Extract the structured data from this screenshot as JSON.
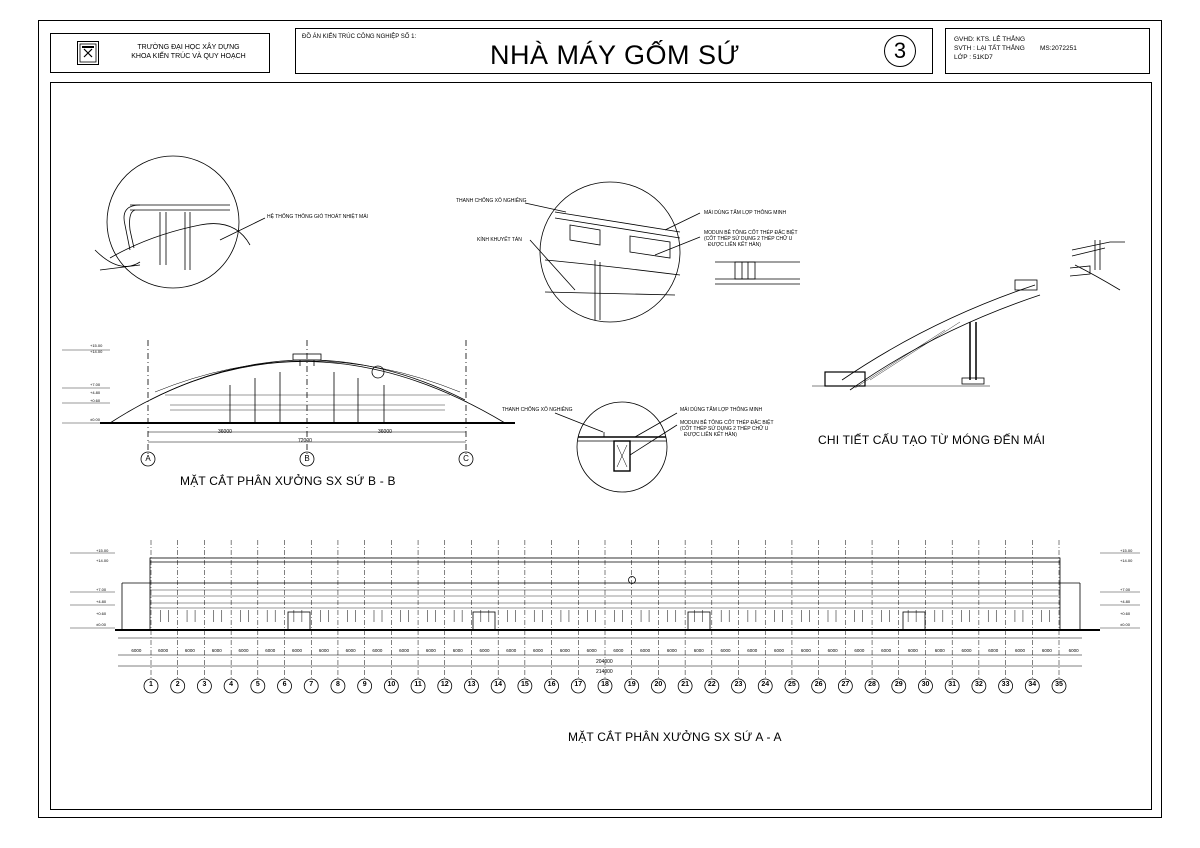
{
  "header": {
    "school_line1": "TRƯỜNG ĐẠI HỌC XÂY DỰNG",
    "school_line2": "KHOA KIẾN TRÚC VÀ QUY HOẠCH",
    "project_label": "ĐỒ ÁN KIẾN TRÚC CÔNG NGHIỆP SỐ 1:",
    "title": "NHÀ MÁY GỐM SỨ",
    "sheet_number": "3",
    "gvhd": "GVHD: KTS. LÊ THẮNG",
    "svth": "SVTH : LẠI TẤT THẮNG",
    "ms": "MS:2072251",
    "lop": "LỚP   : 51KD7"
  },
  "detail_roof_vent": {
    "note": "HỆ THỐNG THÔNG GIÓ THOÁT NHIỆT MÁI"
  },
  "detail_roof_panel": {
    "note_brace": "THANH CHỐNG XÔ NGHIÊNG",
    "note_glass": "KÍNH KHUYẾT TÁN",
    "note_roof": "MÁI DÙNG TẤM LỢP THÔNG MINH",
    "note_module_1": "MODUN  BÊ TÔNG CỐT THÉP ĐẶC BIỆT",
    "note_module_2": "(CỐT THÉP SỬ DỤNG 2 THÉP CHỮ U",
    "note_module_3": "ĐƯỢC LIÊN KẾT HÀN)"
  },
  "detail_middle": {
    "note_brace": "THANH CHỐNG XÔ NGHIÊNG",
    "note_roof": "MÁI DÙNG TẤM LỢP THÔNG MINH",
    "note_module_1": "MODUN  BÊ TÔNG CỐT THÉP ĐẶC BIỆT",
    "note_module_2": "(CỐT THÉP SỬ DỤNG 2 THÉP CHỮ U",
    "note_module_3": "ĐƯỢC LIÊN KẾT HÀN)"
  },
  "section_bb": {
    "title": "MẶT CẮT  PHÂN XƯỞNG SX SỨ B - B",
    "dim_left": "36000",
    "dim_right": "36000",
    "dim_total": "72000",
    "axes": [
      "A",
      "B",
      "C"
    ],
    "levels": [
      "+15.00",
      "+14.00",
      "+7.00",
      "+4.80",
      "+0.60",
      "±0.00"
    ]
  },
  "detail_foundation": {
    "title": "CHI TIẾT CẤU TẠO TỪ MÓNG ĐẾN MÁI"
  },
  "section_aa": {
    "title": "MẶT CẮT  PHÂN XƯỞNG SX SỨ   A - A",
    "bay": "6000",
    "dim_mid": "204000",
    "dim_total": "214000",
    "axes": [
      "1",
      "2",
      "3",
      "4",
      "5",
      "6",
      "7",
      "8",
      "9",
      "10",
      "11",
      "12",
      "13",
      "14",
      "15",
      "16",
      "17",
      "18",
      "19",
      "20",
      "21",
      "22",
      "23",
      "24",
      "25",
      "26",
      "27",
      "28",
      "29",
      "30",
      "31",
      "32",
      "33",
      "34",
      "35"
    ],
    "levels": [
      "+15.00",
      "+14.00",
      "+7.00",
      "+4.80",
      "+0.60",
      "±0.00"
    ]
  }
}
